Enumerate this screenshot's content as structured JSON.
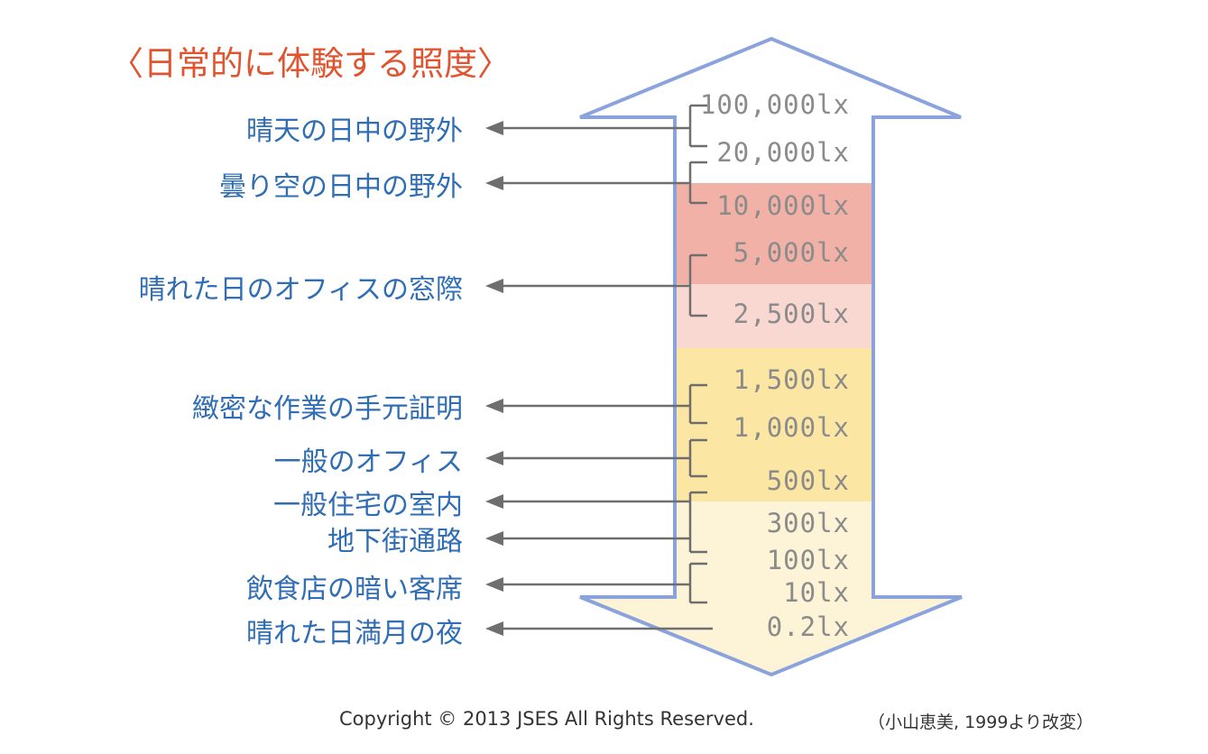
{
  "title": "〈日常的に体験する照度〉",
  "colors": {
    "title": "#e0552f",
    "scene_text": "#2f6db5",
    "lux_text": "#8b8b8b",
    "arrow_outline": "#8aa3dc",
    "connector": "#6e6e6e",
    "band_red": "#f2b1a6",
    "band_pink": "#fad8d2",
    "band_orange": "#fce6a4",
    "band_cream": "#fdf3d6"
  },
  "lux_levels": [
    {
      "id": "100000",
      "label": "100,000lx"
    },
    {
      "id": "20000",
      "label": "20,000lx"
    },
    {
      "id": "10000",
      "label": "10,000lx"
    },
    {
      "id": "5000",
      "label": "5,000lx"
    },
    {
      "id": "2500",
      "label": "2,500lx"
    },
    {
      "id": "1500",
      "label": "1,500lx"
    },
    {
      "id": "1000",
      "label": "1,000lx"
    },
    {
      "id": "500",
      "label": "500lx"
    },
    {
      "id": "300",
      "label": "300lx"
    },
    {
      "id": "100",
      "label": "100lx"
    },
    {
      "id": "10",
      "label": "10lx"
    },
    {
      "id": "0.2",
      "label": "0.2lx"
    }
  ],
  "scenes": [
    {
      "id": "sunny-outdoor",
      "label": "晴天の日中の野外",
      "range": [
        "100000",
        "20000"
      ]
    },
    {
      "id": "cloudy-outdoor",
      "label": "曇り空の日中の野外",
      "range": [
        "20000",
        "10000"
      ]
    },
    {
      "id": "office-window",
      "label": "晴れた日のオフィスの窓際",
      "range": [
        "5000",
        "2500"
      ]
    },
    {
      "id": "fine-work",
      "label": "緻密な作業の手元証明",
      "range": [
        "1500",
        "1000"
      ]
    },
    {
      "id": "general-office",
      "label": "一般のオフィス",
      "range": [
        "1000",
        "500"
      ]
    },
    {
      "id": "home-indoor",
      "label": "一般住宅の室内",
      "range": [
        "500",
        "300"
      ]
    },
    {
      "id": "underground",
      "label": "地下街通路",
      "range": [
        "500",
        "300"
      ]
    },
    {
      "id": "restaurant",
      "label": "飲食店の暗い客席",
      "range": [
        "100",
        "10"
      ]
    },
    {
      "id": "full-moon",
      "label": "晴れた日満月の夜",
      "range": [
        "0.2",
        "0.2"
      ]
    }
  ],
  "copyright": "Copyright © 2013 JSES All Rights Reserved.",
  "source": "（小山恵美, 1999より改変）"
}
